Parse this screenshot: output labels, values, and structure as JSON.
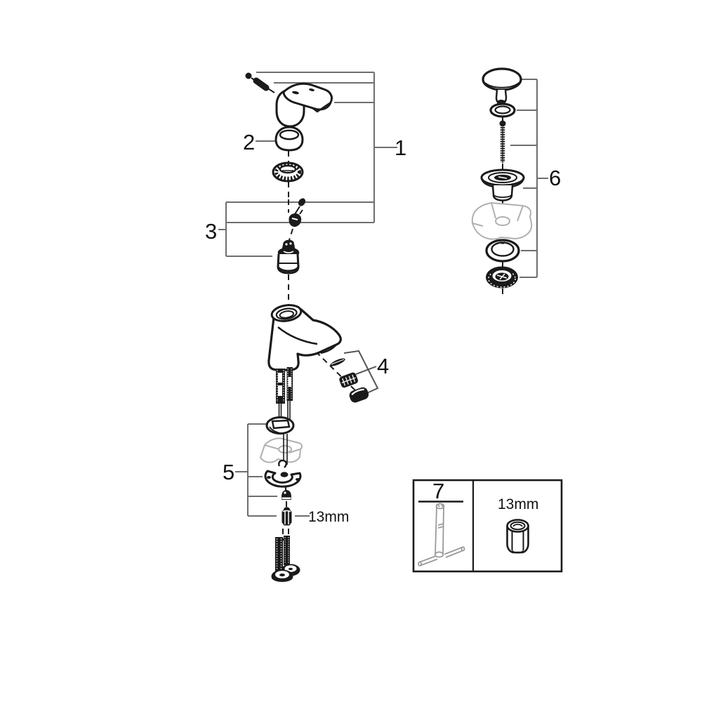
{
  "page": {
    "background": "#ffffff",
    "kind": "exploded-parts-diagram",
    "subject": "single-lever basin mixer with pop-up drain"
  },
  "colors": {
    "ink": "#1a1a1a",
    "leader": "#6e6e6e",
    "ghost": "#b0b0b0"
  },
  "callouts": [
    {
      "label": "1",
      "points_to": "handle assembly with fixing screw, dome ring and threaded ring"
    },
    {
      "label": "2",
      "points_to": "handle dome ring"
    },
    {
      "label": "3",
      "points_to": "cartridge with screw and adapter"
    },
    {
      "label": "4",
      "points_to": "aerator seal, insert and housing"
    },
    {
      "label": "5",
      "points_to": "mounting set: base gasket, horseshoe washer, nuts and studs"
    },
    {
      "label": "6",
      "points_to": "pop-up waste drain assembly"
    },
    {
      "label": "7",
      "points_to": "installation socket tool"
    }
  ],
  "annotations": {
    "mounting_nut_size": "13mm",
    "legend_tool_size": "13mm"
  }
}
